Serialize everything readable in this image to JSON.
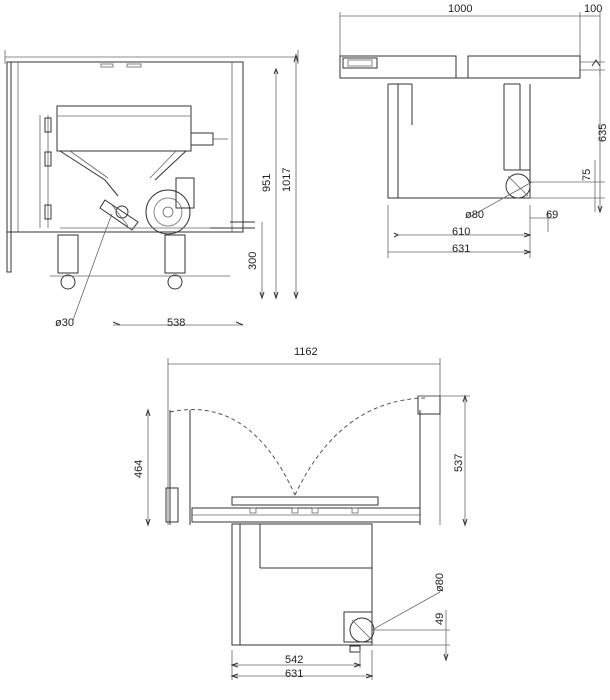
{
  "views": {
    "side": {
      "dimensions": {
        "total_height": "1017",
        "hopper_height": "951",
        "outlet_height": "300",
        "depth": "538",
        "pipe_diameter": "ø30"
      }
    },
    "top": {
      "dimensions": {
        "width": "1000",
        "offset": "100",
        "height": "635",
        "outlet_offset_y": "75",
        "outlet_offset_x": "69",
        "outlet_diameter": "ø80",
        "inner_width": "610",
        "outer_width": "631"
      }
    },
    "plan": {
      "dimensions": {
        "total_width": "1162",
        "left_clearance": "464",
        "right_clearance": "537",
        "outlet_diameter": "ø80",
        "outlet_offset_y": "49",
        "inner_width": "542",
        "outer_width": "631"
      }
    }
  }
}
